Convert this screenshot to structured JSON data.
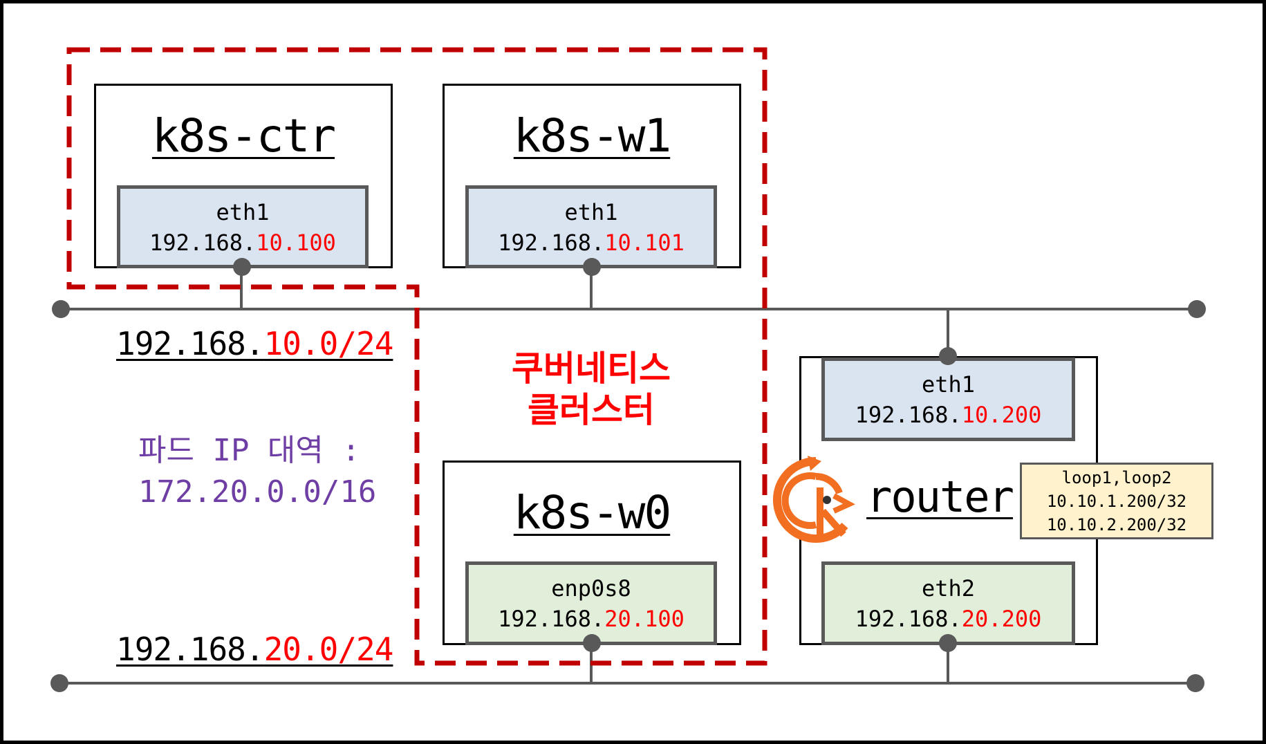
{
  "nodes": {
    "ctr": {
      "title": "k8s-ctr",
      "iface": "eth1",
      "ip_prefix": "192.168.",
      "ip_suffix": "10.100"
    },
    "w1": {
      "title": "k8s-w1",
      "iface": "eth1",
      "ip_prefix": "192.168.",
      "ip_suffix": "10.101"
    },
    "w0": {
      "title": "k8s-w0",
      "iface": "enp0s8",
      "ip_prefix": "192.168.",
      "ip_suffix": "20.100"
    }
  },
  "router": {
    "title": "router",
    "eth1": {
      "iface": "eth1",
      "ip_prefix": "192.168.",
      "ip_suffix": "10.200"
    },
    "eth2": {
      "iface": "eth2",
      "ip_prefix": "192.168.",
      "ip_suffix": "20.200"
    },
    "loopback": {
      "line1": "loop1,loop2",
      "line2": "10.10.1.200/32",
      "line3": "10.10.2.200/32"
    }
  },
  "networks": {
    "net10": {
      "prefix": "192.168.",
      "suffix": "10.0/24"
    },
    "net20": {
      "prefix": "192.168.",
      "suffix": "20.0/24"
    }
  },
  "cluster": {
    "line1": "쿠버네티스",
    "line2": "클러스터"
  },
  "pod_cidr": {
    "line1": "파드 IP 대역 :",
    "line2": "172.20.0.0/16"
  },
  "colors": {
    "accent_red": "#ff0000",
    "cluster_border": "#c00000",
    "line_gray": "#595959",
    "iface_blue": "#dae3f0",
    "iface_green": "#e1eed9",
    "loop_yellow": "#fff2cc",
    "pod_purple": "#6e3ea5",
    "router_orange": "#f26f21"
  },
  "icons": {
    "router_logo": "frr-router-logo-icon"
  }
}
